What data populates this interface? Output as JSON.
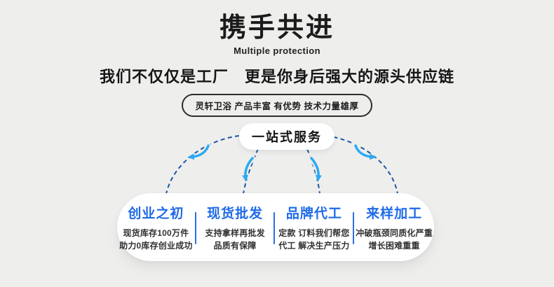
{
  "colors": {
    "page_background": "#eeeeed",
    "panel_background": "#ffffff",
    "heading_text": "#1b1b1b",
    "feature_title_blue": "#1f6be8",
    "divider_blue": "#2b6fe4",
    "dashed_arc_blue": "#1c57a5",
    "arrow_cyan": "#2ba9f1"
  },
  "header": {
    "title": "携手共进",
    "subtitle": "Multiple protection",
    "tagline": "我们不仅仅是工厂　更是你身后强大的源头供应链",
    "badge": "灵轩卫浴  产品丰富  有优势  技术力量雄厚"
  },
  "service_hub": {
    "label": "一站式服务"
  },
  "features": [
    {
      "title": "创业之初",
      "lines": [
        "现货库存100万件",
        "助力0库存创业成功"
      ]
    },
    {
      "title": "现货批发",
      "lines": [
        "支持拿样再批发",
        "品质有保障"
      ]
    },
    {
      "title": "品牌代工",
      "lines": [
        "定款 订料我们帮您",
        "代工 解决生产压力"
      ]
    },
    {
      "title": "来样加工",
      "lines": [
        "冲破瓶颈同质化严重",
        "增长困难重重"
      ]
    }
  ]
}
